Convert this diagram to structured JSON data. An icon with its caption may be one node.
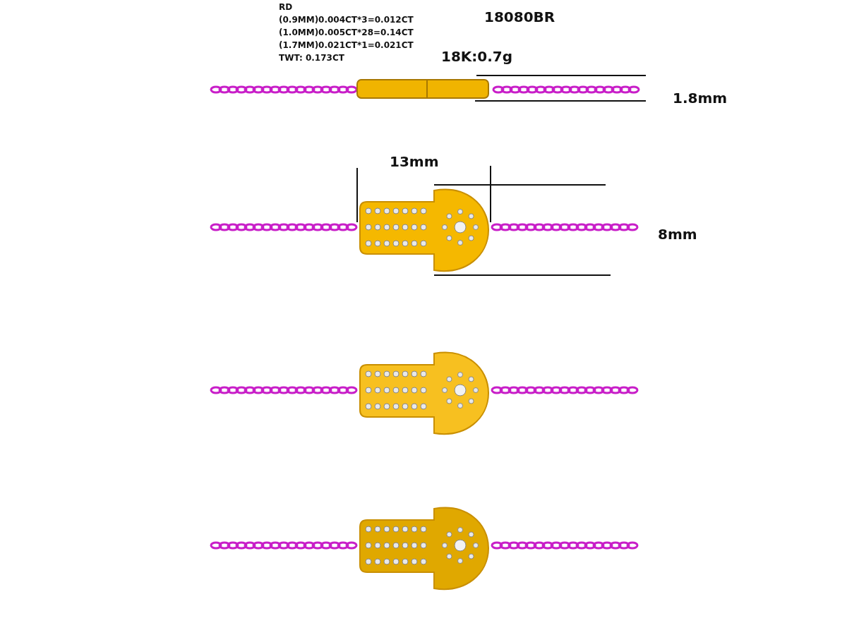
{
  "diagram": {
    "labels": [
      "RD",
      "(0.9MM)0.004CT*3=0.012CT",
      "(1.0MM)0.005CT*28=0.14CT",
      "(1.7MM)0.021CT*1=0.021CT",
      "TWT: 0.173CT",
      "18080BR",
      "18K:0.7g",
      "1.8mm",
      "13mm",
      "8mm"
    ]
  }
}
